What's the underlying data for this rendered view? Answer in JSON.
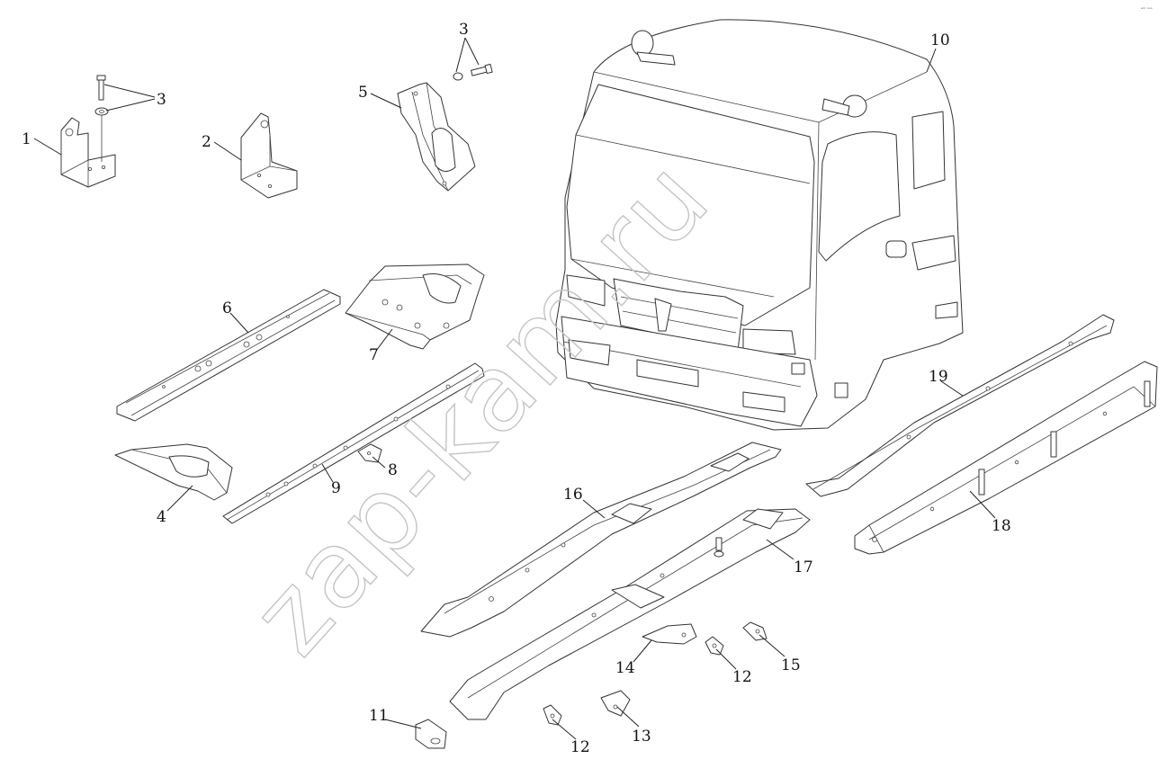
{
  "diagram": {
    "watermark": "zap-kam.ru",
    "corner_mark": "ᵃᵐ ᵒᵒᵒ",
    "callouts": [
      {
        "id": "c1",
        "label": "1"
      },
      {
        "id": "c2",
        "label": "2"
      },
      {
        "id": "c3a",
        "label": "3"
      },
      {
        "id": "c3b",
        "label": "3"
      },
      {
        "id": "c4",
        "label": "4"
      },
      {
        "id": "c5",
        "label": "5"
      },
      {
        "id": "c6",
        "label": "6"
      },
      {
        "id": "c7",
        "label": "7"
      },
      {
        "id": "c8",
        "label": "8"
      },
      {
        "id": "c9",
        "label": "9"
      },
      {
        "id": "c10",
        "label": "10"
      },
      {
        "id": "c11",
        "label": "11"
      },
      {
        "id": "c12a",
        "label": "12"
      },
      {
        "id": "c12b",
        "label": "12"
      },
      {
        "id": "c13",
        "label": "13"
      },
      {
        "id": "c14",
        "label": "14"
      },
      {
        "id": "c15",
        "label": "15"
      },
      {
        "id": "c16",
        "label": "16"
      },
      {
        "id": "c17",
        "label": "17"
      },
      {
        "id": "c18",
        "label": "18"
      },
      {
        "id": "c19",
        "label": "19"
      }
    ]
  }
}
